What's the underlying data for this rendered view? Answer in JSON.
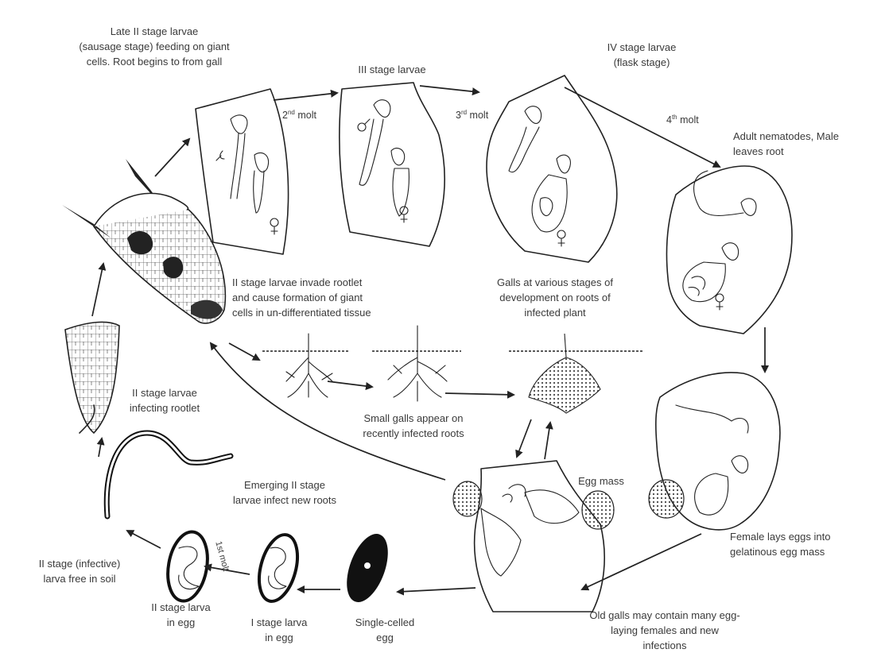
{
  "labels": {
    "late_ii_stage": [
      "Late II stage larvae",
      "(sausage stage) feeding on giant",
      "cells. Root begins to from gall"
    ],
    "iii_stage": [
      "III stage larvae"
    ],
    "iv_stage": [
      "IV stage larvae",
      "(flask stage)"
    ],
    "adult": [
      "Adult nematodes, Male",
      "leaves root"
    ],
    "ii_invade": [
      "II stage larvae invade rootlet",
      "and cause formation of giant",
      "cells in un-differentiated tissue"
    ],
    "galls_various": [
      "Galls at various stages of",
      "development on roots of",
      "infected plant"
    ],
    "ii_infecting": [
      "II stage larvae",
      "infecting rootlet"
    ],
    "small_galls": [
      "Small galls appear on",
      "recently infected roots"
    ],
    "emerging": [
      "Emerging II stage",
      "larvae infect new roots"
    ],
    "egg_mass": [
      "Egg mass"
    ],
    "female_lays": [
      "Female lays eggs into",
      "gelatinous egg mass"
    ],
    "ii_free": [
      "II stage (infective)",
      "larva free in soil"
    ],
    "ii_in_egg": [
      "II stage larva",
      "in egg"
    ],
    "i_in_egg": [
      "I stage larva",
      "in egg"
    ],
    "single_egg": [
      "Single-celled",
      "egg"
    ],
    "old_galls": [
      "Old galls may contain many egg-",
      "laying females and new",
      "infections"
    ]
  },
  "molts": {
    "second": {
      "num": "2",
      "sup": "nd",
      "word": " molt"
    },
    "third": {
      "num": "3",
      "sup": "rd",
      "word": " molt"
    },
    "fourth": {
      "num": "4",
      "sup": "th",
      "word": " molt"
    },
    "first": {
      "text": "1st molt"
    }
  }
}
